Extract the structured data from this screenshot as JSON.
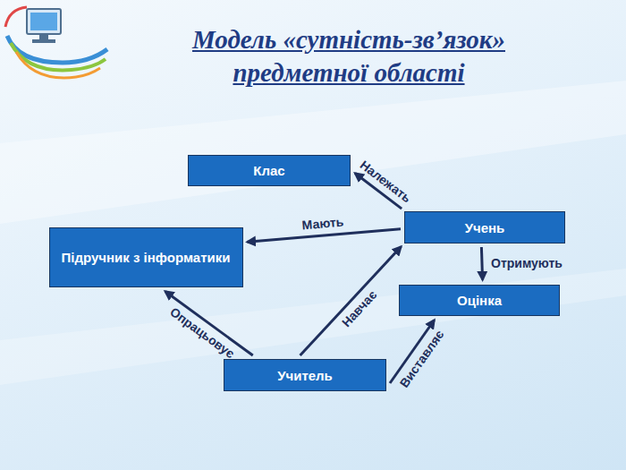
{
  "diagram": {
    "title": "Модель «сутність-зв’язок» предметної області",
    "nodes": [
      {
        "text": [
          "Клас"
        ]
      },
      {
        "text": [
          "Учень"
        ]
      },
      {
        "text": [
          "Підручник з інформатики"
        ]
      },
      {
        "text": [
          "Оцінка"
        ]
      },
      {
        "text": [
          "Учитель"
        ]
      }
    ],
    "edges": [
      {
        "from": 1,
        "to": 0,
        "label": "Належать",
        "arrow": "to"
      },
      {
        "from": 1,
        "to": 2,
        "label": "Мають",
        "arrow": "to"
      },
      {
        "from": 1,
        "to": 3,
        "label": "Отримують",
        "arrow": "to"
      },
      {
        "from": 4,
        "to": 2,
        "label": "Опрацьовує",
        "arrow": "to"
      },
      {
        "from": 4,
        "to": 1,
        "label": "Навчає",
        "arrow": "to"
      },
      {
        "from": 4,
        "to": 3,
        "label": "Виставляє",
        "arrow": "to"
      }
    ]
  }
}
